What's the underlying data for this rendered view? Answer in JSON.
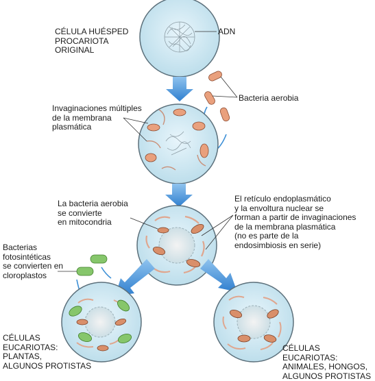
{
  "labels": {
    "host_cell": "CÉLULA HUÉSPED\nPROCARIOTA\nORIGINAL",
    "dna": "ADN",
    "aerobic_bacteria": "Bacteria aerobia",
    "invaginations": "Invaginaciones múltiples\nde la membrana\nplasmática",
    "becomes_mitochondria": "La bacteria aerobia\nse convierte\nen mitocondria",
    "er_nuclear_envelope": "El retículo endoplasmático\ny la envoltura nuclear se\nforman a partir de invaginaciones\nde la membrana plasmática\n(no es parte de la\nendosimbiosis en serie)",
    "photosynthetic_bacteria": "Bacterias\nfotosintéticas\nse convierten en\ncloroplastos",
    "plant_cells": "CÉLULAS\nEUCARIOTAS:\nPLANTAS,\nALGUNOS PROTISTAS",
    "animal_cells": "CÉLULAS EUCARIOTAS:\nANIMALES, HONGOS,\nALGUNOS PROTISTAS"
  },
  "colors": {
    "cell_fill": "#d9eef6",
    "cell_stroke": "#5b6f7a",
    "arrow_blue": "#3c8fd6",
    "bacteria": "#e9a07d",
    "mito": "#d98f6a",
    "chloroplast": "#86c66b",
    "er": "#f0c2b0"
  }
}
